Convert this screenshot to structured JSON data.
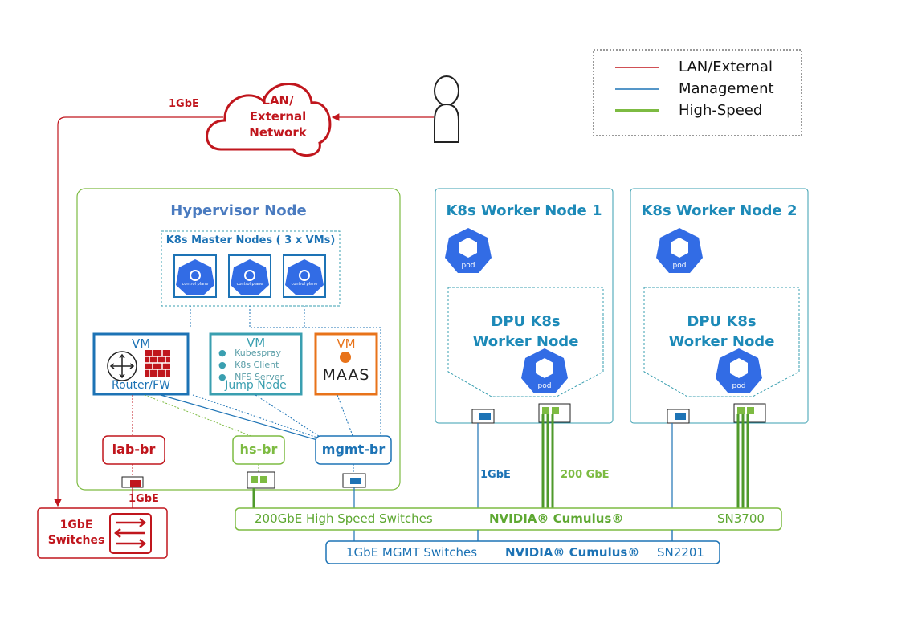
{
  "legend": {
    "items": [
      {
        "label": "LAN/External",
        "color": "#c0161d"
      },
      {
        "label": "Management",
        "color": "#1d73b5"
      },
      {
        "label": "High-Speed",
        "color": "#7dbb42"
      }
    ]
  },
  "cloud": {
    "line1": "LAN/",
    "line2": "External",
    "line3": "Network",
    "link_label": "1GbE"
  },
  "hypervisor": {
    "title": "Hypervisor Node",
    "master_group_title": "K8s Master Nodes ( 3 x VMs)",
    "control_plane_label": "control plane",
    "router_vm": {
      "vm": "VM",
      "label": "Router/FW"
    },
    "jump_vm": {
      "vm": "VM",
      "items": [
        "Kubespray",
        "K8s Client",
        "NFS Server"
      ],
      "label": "Jump Node"
    },
    "maas_vm": {
      "vm": "VM",
      "label": "MAAS"
    },
    "bridges": {
      "lab": "lab-br",
      "hs": "hs-br",
      "mgmt": "mgmt-br"
    }
  },
  "workers": [
    {
      "title": "K8s Worker Node 1",
      "dpu_line1": "DPU K8s",
      "dpu_line2": "Worker Node",
      "pod_label": "pod"
    },
    {
      "title": "K8s Worker Node 2",
      "dpu_line1": "DPU K8s",
      "dpu_line2": "Worker Node",
      "pod_label": "pod"
    }
  ],
  "links": {
    "mgmt_speed": "1GbE",
    "hs_speed": "200 GbE",
    "lan_switch_speed": "1GbE"
  },
  "lan_switch": {
    "line1": "1GbE",
    "line2": "Switches"
  },
  "hs_switch": {
    "name": "200GbE  High Speed Switches",
    "brand": "NVIDIA® Cumulus®",
    "model": "SN3700"
  },
  "mgmt_switch": {
    "name": "1GbE  MGMT Switches",
    "brand": "NVIDIA® Cumulus®",
    "model": "SN2201"
  },
  "colors": {
    "red": "#c0161d",
    "blue": "#1d73b5",
    "green": "#7dbb42",
    "dark_green": "#4f9a2b",
    "orange": "#e8731a",
    "teal": "#3a9fb0",
    "k8s": "#326ce5"
  }
}
